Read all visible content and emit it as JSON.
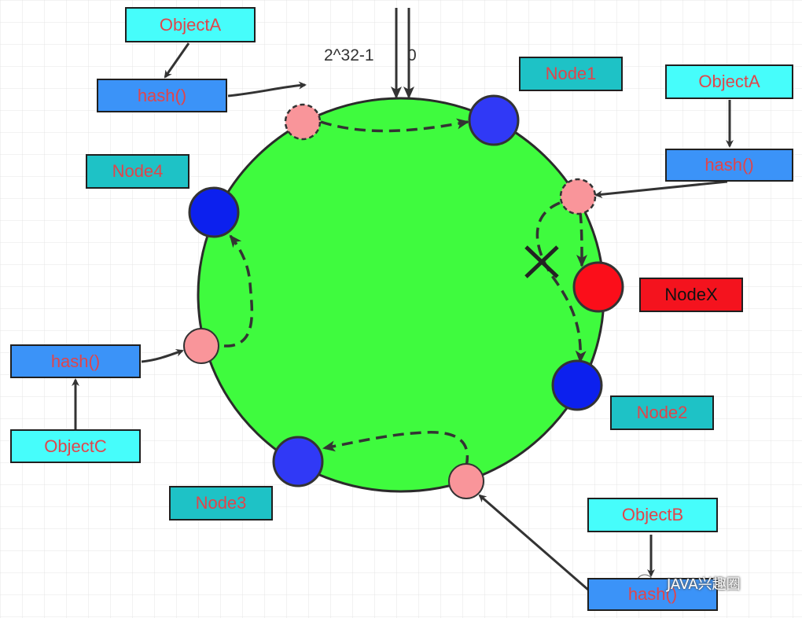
{
  "ring": {
    "start_label": "2^32-1",
    "zero_label": "0"
  },
  "colors": {
    "ring_fill": "#3ffb3e",
    "node_blue": "#1d22f2",
    "node_red": "#fb0e1a",
    "hash_point": "#f9959a",
    "object_box": "#46fdfb",
    "hash_box": "#3b93f8",
    "node_label_box": "#1ec2c6",
    "nodex_box": "#f4131e"
  },
  "objects": {
    "object_a_top": "ObjectA",
    "object_a_right": "ObjectA",
    "object_b": "ObjectB",
    "object_c": "ObjectC"
  },
  "hash_label": "hash()",
  "nodes": {
    "node1": "Node1",
    "node2": "Node2",
    "node3": "Node3",
    "node4": "Node4",
    "nodex": "NodeX"
  },
  "removed_marker": "×",
  "watermark": "JAVA兴趣圈"
}
